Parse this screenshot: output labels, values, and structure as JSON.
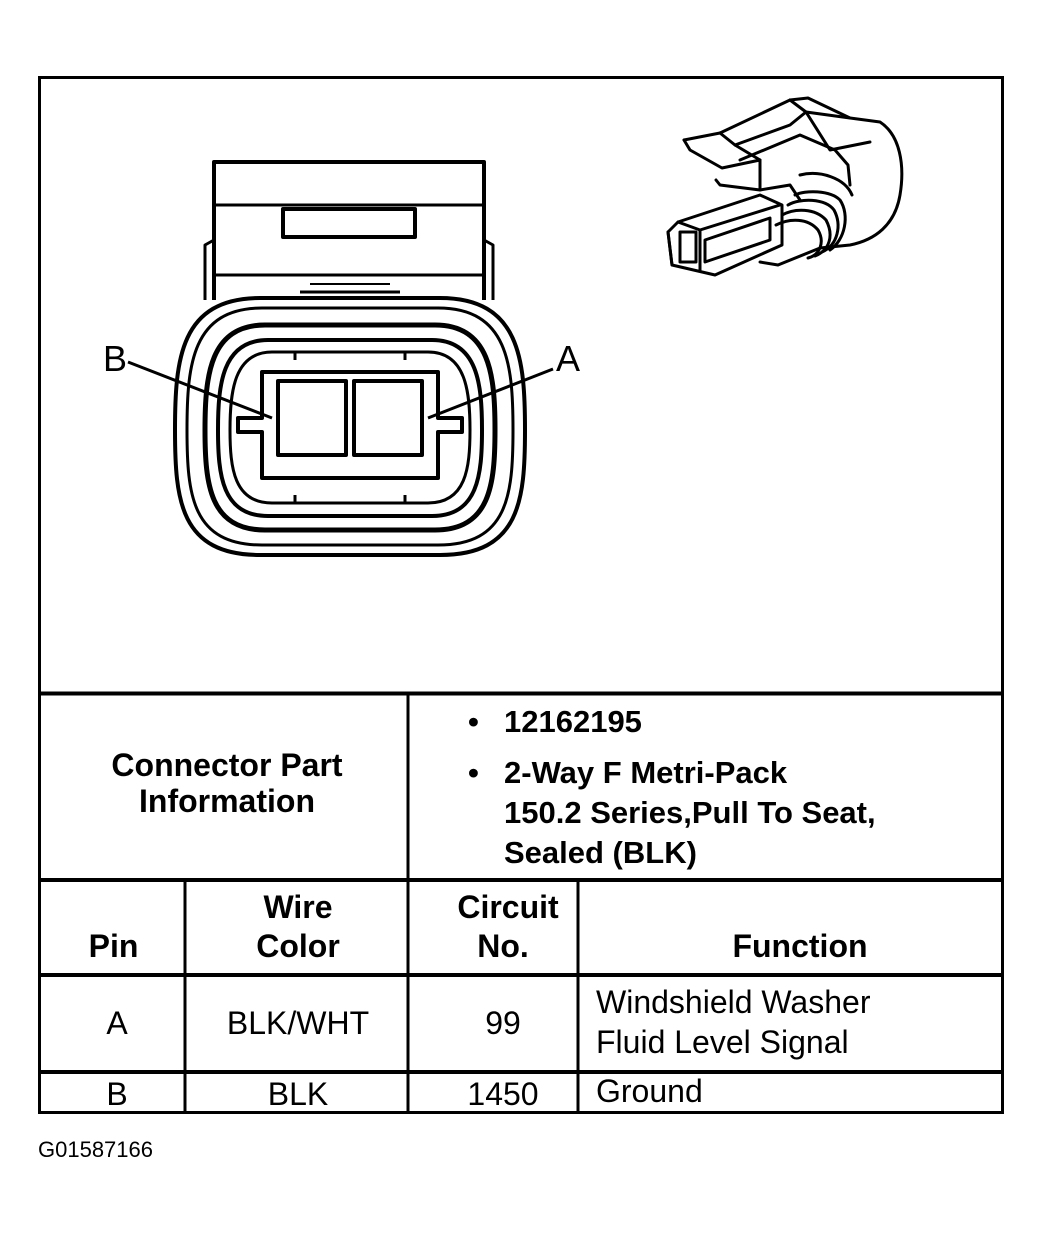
{
  "connector": {
    "pin_labels": {
      "left": "B",
      "right": "A"
    }
  },
  "part_info": {
    "label": "Connector Part Information",
    "bullets": [
      {
        "lines": [
          "12162195"
        ]
      },
      {
        "lines": [
          "2-Way F Metri-Pack",
          "150.2 Series,Pull To Seat,",
          "Sealed (BLK)"
        ]
      }
    ]
  },
  "pin_table": {
    "headers": {
      "pin": "Pin",
      "wire_color": [
        "Wire",
        "Color"
      ],
      "circuit": [
        "Circuit",
        "No."
      ],
      "function": "Function"
    },
    "rows": [
      {
        "pin": "A",
        "wire_color": "BLK/WHT",
        "circuit": "99",
        "function": [
          "Windshield Washer",
          "Fluid Level Signal"
        ]
      },
      {
        "pin": "B",
        "wire_color": "BLK",
        "circuit": "1450",
        "function": [
          "Ground"
        ]
      }
    ]
  },
  "figure_id": "G01587166"
}
